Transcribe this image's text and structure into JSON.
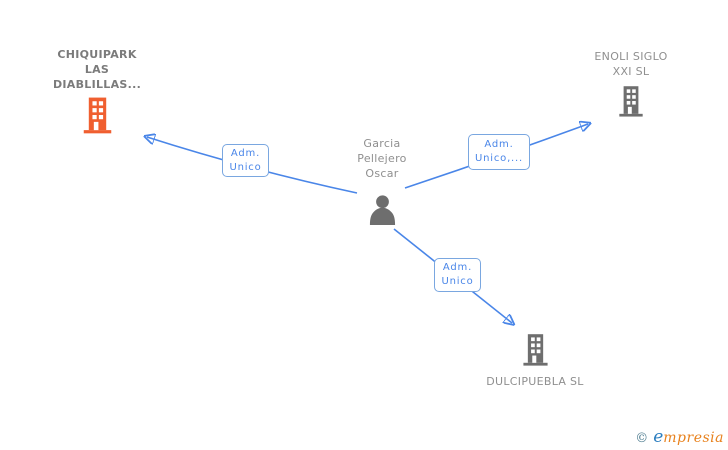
{
  "diagram": {
    "nodes": {
      "person": {
        "name": "Garcia\nPellejero\nOscar",
        "type": "person"
      },
      "chiquipark": {
        "name": "CHIQUIPARK\nLAS\nDIABLILLAS...",
        "type": "company",
        "highlighted": true
      },
      "enoli": {
        "name": "ENOLI SIGLO\nXXI SL",
        "type": "company",
        "highlighted": false
      },
      "dulcipuebla": {
        "name": "DULCIPUEBLA SL",
        "type": "company",
        "highlighted": false
      }
    },
    "edges": [
      {
        "label": "Adm.\nUnico",
        "from": "person",
        "to": "chiquipark"
      },
      {
        "label": "Adm.\nUnico,...",
        "from": "person",
        "to": "enoli"
      },
      {
        "label": "Adm.\nUnico",
        "from": "person",
        "to": "dulcipuebla"
      }
    ],
    "colors": {
      "edge_blue": "#4a86e8",
      "label_border_blue": "#7aa7e0",
      "label_text_blue": "#4a86e8",
      "icon_gray": "#6e6e6e",
      "icon_highlight_orange": "#f05f30",
      "name_gray": "#8f8f8f",
      "name_highlight_gray": "#7b7b7b"
    }
  },
  "footer": {
    "copyright_symbol": "©",
    "brand_prefix": "e",
    "brand_suffix": "mpresia"
  }
}
